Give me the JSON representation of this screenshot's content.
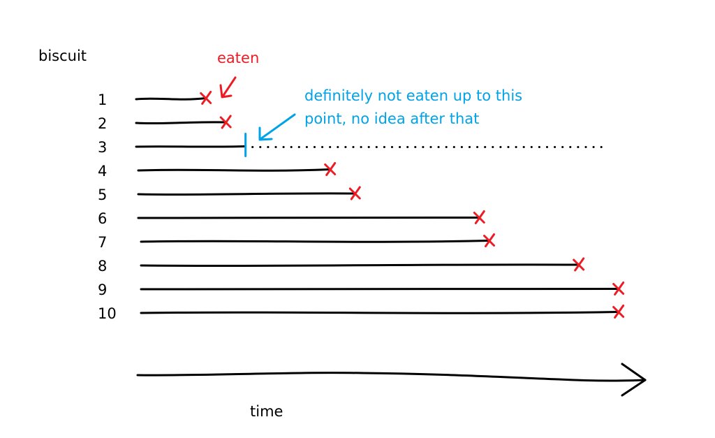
{
  "labels": {
    "y_axis": "biscuit",
    "x_axis": "time",
    "eaten": "eaten",
    "note_line1": "definitely not eaten up to this",
    "note_line2": "point, no idea after that"
  },
  "colors": {
    "line": "#000000",
    "eaten_mark": "#ed1c24",
    "note": "#00a2e8"
  },
  "biscuits": [
    {
      "label": "1",
      "status": "eaten",
      "end_time": 0.14
    },
    {
      "label": "2",
      "status": "eaten",
      "end_time": 0.18
    },
    {
      "label": "3",
      "status": "censored",
      "end_time": 0.22
    },
    {
      "label": "4",
      "status": "eaten",
      "end_time": 0.39
    },
    {
      "label": "5",
      "status": "eaten",
      "end_time": 0.44
    },
    {
      "label": "6",
      "status": "eaten",
      "end_time": 0.69
    },
    {
      "label": "7",
      "status": "eaten",
      "end_time": 0.71
    },
    {
      "label": "8",
      "status": "eaten",
      "end_time": 0.89
    },
    {
      "label": "9",
      "status": "eaten",
      "end_time": 0.97
    },
    {
      "label": "10",
      "status": "eaten",
      "end_time": 0.97
    }
  ]
}
